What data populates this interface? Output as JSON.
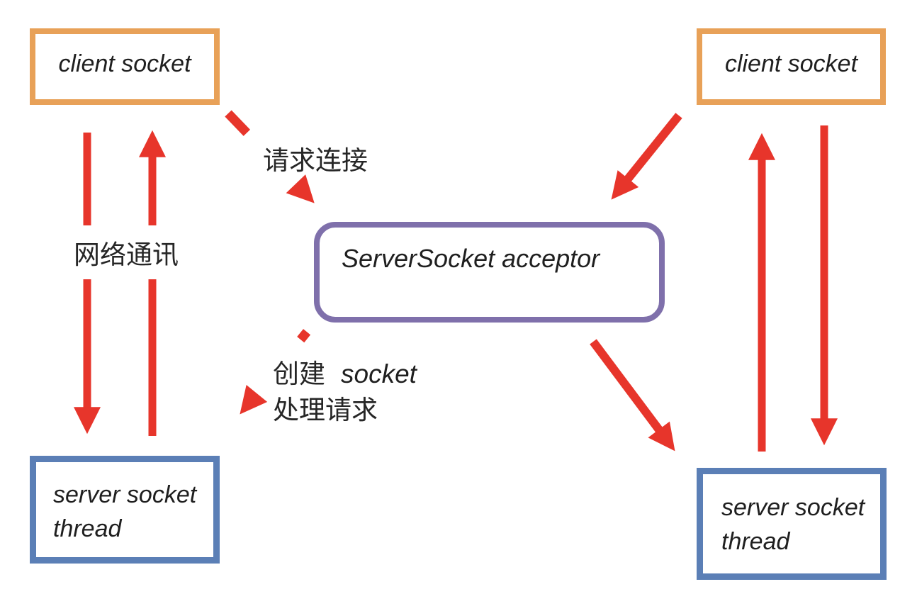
{
  "colors": {
    "orange": "#E8A158",
    "blue": "#5B7FB6",
    "purple": "#7F70AB",
    "red": "#E7352B",
    "ink": "#1F1F1F",
    "label": "#262626",
    "bg": "#FFFFFF"
  },
  "nodes": {
    "client_left": {
      "label": "client socket"
    },
    "client_right": {
      "label": "client socket"
    },
    "acceptor": {
      "label": "ServerSocket acceptor"
    },
    "server_left": {
      "line1": "server socket",
      "line2": "thread"
    },
    "server_right": {
      "line1": "server socket",
      "line2": "thread"
    }
  },
  "annotations": {
    "request_connect": "请求连接",
    "network_comm": "网络通讯",
    "create_prefix": "创建",
    "create_socket_word": "socket",
    "create_line2": "处理请求"
  },
  "arrows": [
    {
      "name": "network-down-left",
      "from": "client_left",
      "to": "server_left",
      "style": "solid",
      "direction": "down"
    },
    {
      "name": "network-up-left",
      "from": "server_left",
      "to": "client_left",
      "style": "solid",
      "direction": "up"
    },
    {
      "name": "request-connect",
      "from": "client_left",
      "to": "acceptor",
      "style": "dashed",
      "label": "请求连接"
    },
    {
      "name": "create-socket",
      "from": "acceptor",
      "to": "server_left",
      "style": "dashed",
      "label": "创建 socket 处理请求"
    },
    {
      "name": "client-right-to-acceptor",
      "from": "client_right",
      "to": "acceptor",
      "style": "solid"
    },
    {
      "name": "acceptor-to-server-right",
      "from": "acceptor",
      "to": "server_right",
      "style": "solid"
    },
    {
      "name": "network-up-right",
      "from": "server_right",
      "to": "client_right",
      "style": "solid",
      "direction": "up"
    },
    {
      "name": "network-down-right",
      "from": "client_right",
      "to": "server_right",
      "style": "solid",
      "direction": "down"
    }
  ]
}
